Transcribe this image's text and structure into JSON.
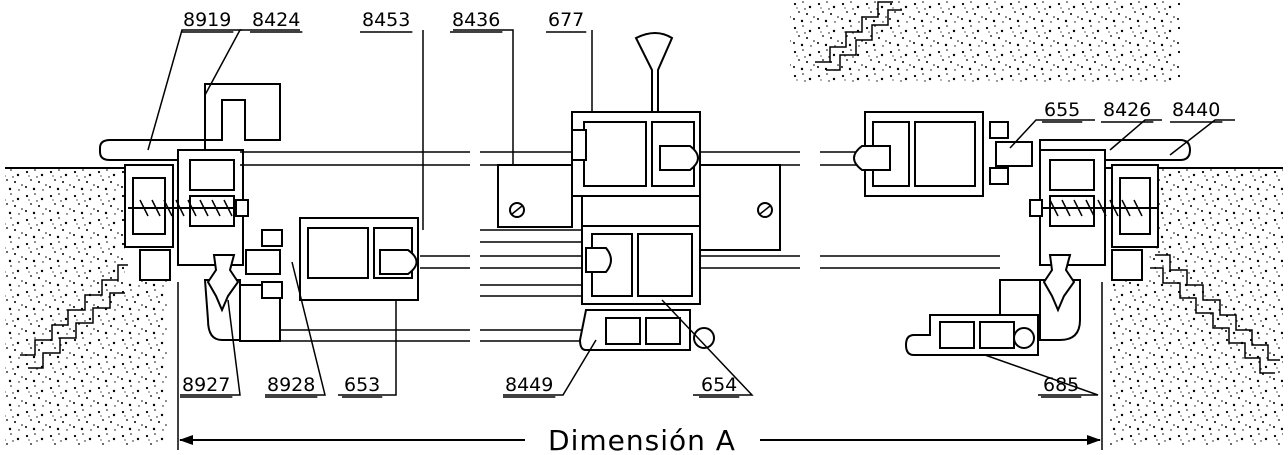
{
  "labels_top": [
    "8919",
    "8424",
    "8453",
    "8436",
    "677",
    "655",
    "8426",
    "8440"
  ],
  "labels_bottom": [
    "8927",
    "8928",
    "653",
    "8449",
    "654",
    "685"
  ],
  "dimension_label": "Dimensión A"
}
